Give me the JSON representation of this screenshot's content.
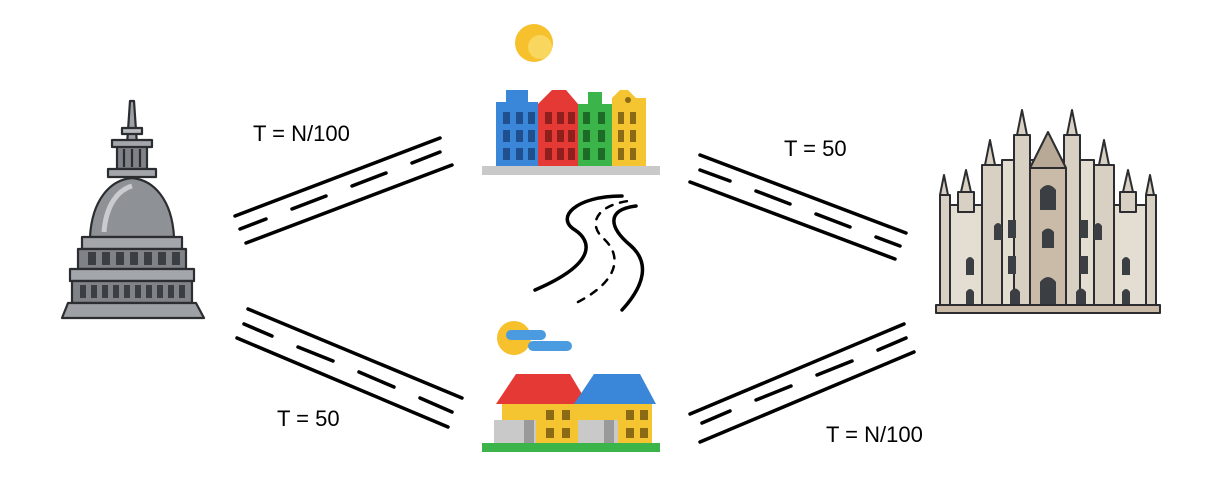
{
  "edges": {
    "top_left": "T = N/100",
    "top_right": "T = 50",
    "bottom_left": "T = 50",
    "bottom_right": "T = N/100"
  },
  "icons": {
    "origin": "mole-antonelliana-icon",
    "destination": "milan-cathedral-icon",
    "upper_town": "colorful-townhouses-icon",
    "lower_town": "village-houses-icon",
    "connector": "winding-road-icon"
  },
  "colors": {
    "blue": "#3a86d8",
    "red": "#e53935",
    "green": "#3bb54a",
    "yellow": "#f5c531",
    "sun": "#f6c12c",
    "grey_dome": "#8e9196",
    "stone": "#d8d0c2",
    "road": "#000000"
  }
}
